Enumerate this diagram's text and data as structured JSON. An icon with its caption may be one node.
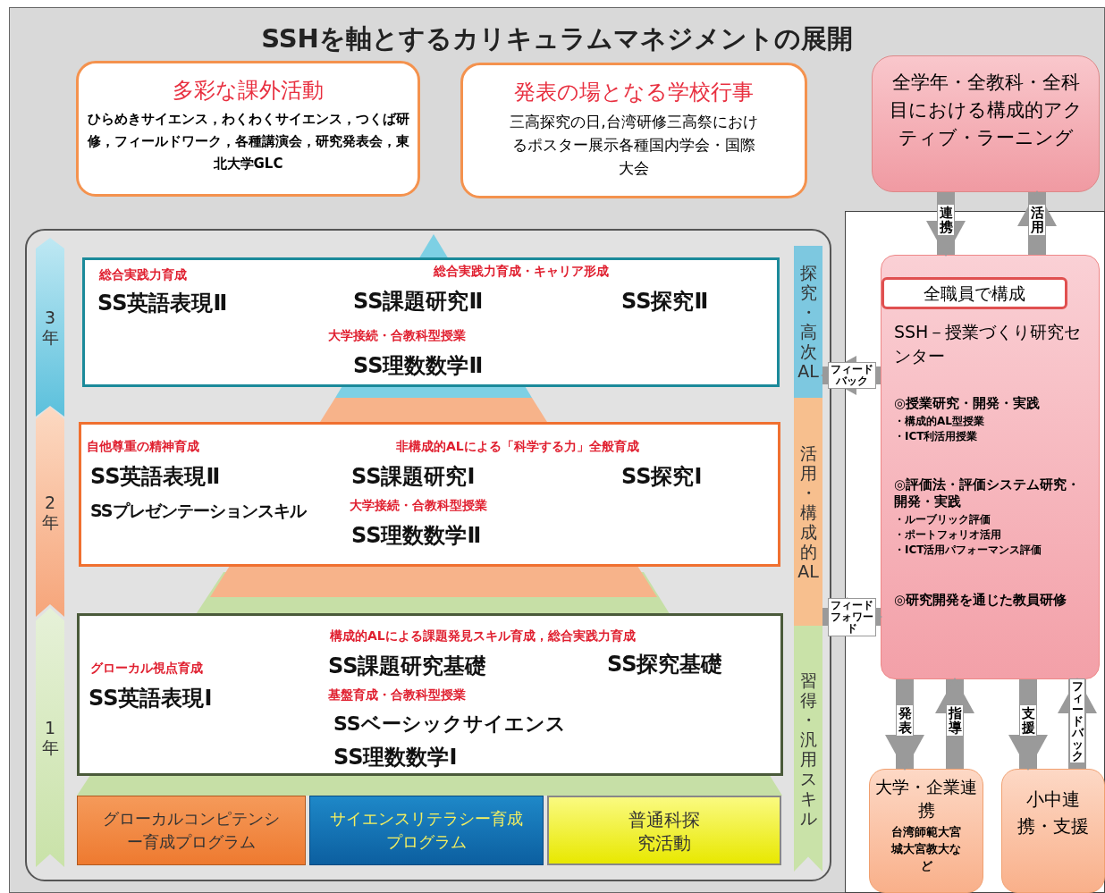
{
  "diagram": {
    "title": "SSHを軸とするカリキュラムマネジメントの展開",
    "nodes": [
      {
        "text": [
          "多彩な課外活動",
          "ひらめきサイエンス，わくわくサイエンス，つくば研修，フィールドワーク，各種講演会，研究発表会，東北大学GLC"
        ]
      },
      {
        "text": [
          "発表の場となる学校行事",
          "三高探究の日,台湾研修三高祭におけるポスター展示各種国内学会・国際大会"
        ]
      },
      {
        "text": [
          "3年"
        ]
      },
      {
        "text": [
          "2年"
        ]
      },
      {
        "text": [
          "1年"
        ]
      },
      {
        "text": [
          "総合実践力育成",
          "SS英語表現Ⅱ",
          "総合実践力育成・キャリア形成",
          "SS課題研究Ⅱ",
          "SS探究Ⅱ",
          "大学接続・合教科型授業",
          "SS理数数学Ⅱ"
        ]
      },
      {
        "text": [
          "自他尊重の精神育成",
          "SS英語表現Ⅱ",
          "SSプレゼンテーションスキル",
          "非構成的ALによる「科学する力」全般育成",
          "SS課題研究Ⅰ",
          "SS探究Ⅰ",
          "大学接続・合教科型授業",
          "SS理数数学Ⅱ"
        ]
      },
      {
        "text": [
          "構成的ALによる課題発見スキル育成，総合実践力育成",
          "グローカル視点育成",
          "SS課題研究基礎",
          "SS探究基礎",
          "SS英語表現Ⅰ",
          "基盤育成・合教科型授業",
          "SSベーシックサイエンス",
          "SS理数数学Ⅰ"
        ]
      },
      {
        "text": [
          "グローカルコンピテンシー育成プログラム"
        ]
      },
      {
        "text": [
          "サイエンスリテラシー育成プログラム"
        ]
      },
      {
        "text": [
          "普通科探究活動"
        ]
      },
      {
        "text": [
          "探究・高次AL"
        ]
      },
      {
        "text": [
          "活用・構成的AL"
        ]
      },
      {
        "text": [
          "習得・汎用スキル"
        ]
      },
      {
        "text": [
          "全学年・全教科・全科目における構成的アクティブ・ラーニング"
        ]
      },
      {
        "text": [
          "SSH－授業づくり研究センター",
          "◎授業研究・開発・実践",
          "・構成的AL型授業",
          "・ICT利活用授業",
          "◎評価法・評価システム研究・開発・実践",
          "・ルーブリック評価",
          "・ポートフォリオ活用",
          "・ICT活用パフォーマンス評価",
          "◎研究開発を通じた教員研修"
        ]
      },
      {
        "text": [
          "全職員で構成"
        ],
        "in": 15
      },
      {
        "text": [
          "大学・企業連携",
          "台湾師範大宮城大宮教大など"
        ]
      },
      {
        "text": [
          "小中連携・支援"
        ]
      }
    ],
    "edges": [
      {
        "from": 14,
        "to": 15,
        "arrow": "to",
        "label": "連携"
      },
      {
        "from": 15,
        "to": 14,
        "arrow": "to",
        "label": "活用"
      },
      {
        "from": 15,
        "to": 11,
        "arrow": "to",
        "label": "フィードバック"
      },
      {
        "from": 12,
        "to": 15,
        "arrow": "to",
        "label": "フィードフォワード"
      },
      {
        "from": 15,
        "to": 17,
        "arrow": "to",
        "label": "発表"
      },
      {
        "from": 17,
        "to": 15,
        "arrow": "to",
        "label": "指導"
      },
      {
        "from": 15,
        "to": 18,
        "arrow": "to",
        "label": "支援"
      },
      {
        "from": 18,
        "to": 15,
        "arrow": "to",
        "label": "フィードバック"
      }
    ]
  }
}
